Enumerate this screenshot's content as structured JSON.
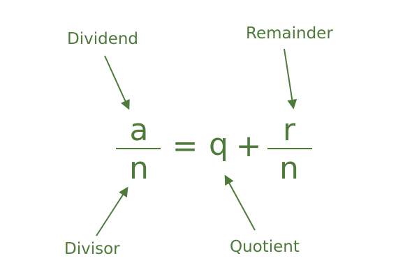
{
  "labels": {
    "dividend": "Dividend",
    "remainder": "Remainder",
    "divisor": "Divisor",
    "quotient": "Quotient"
  },
  "equation": {
    "numerator_left": "a",
    "denominator_left": "n",
    "equals": "=",
    "quotient_symbol": "q",
    "plus": "+",
    "numerator_right": "r",
    "denominator_right": "n"
  },
  "colors": {
    "ink": "#4e7a3a",
    "background": "#ffffff"
  }
}
